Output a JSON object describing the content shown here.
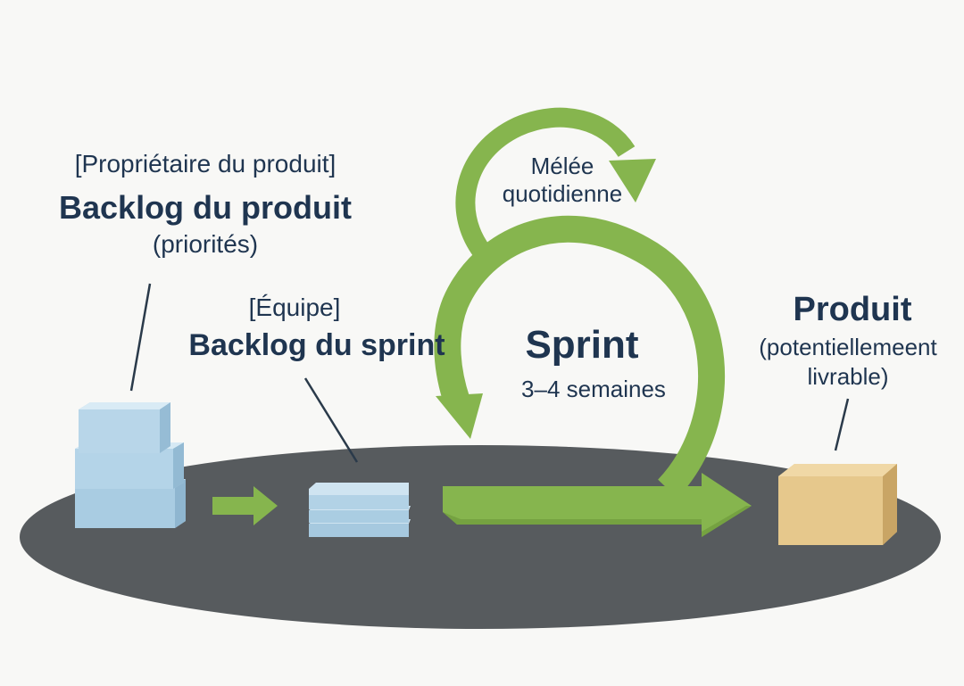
{
  "product_backlog": {
    "role": "[Propriétaire du produit]",
    "title": "Backlog du produit",
    "subtitle": "(priorités)"
  },
  "sprint_backlog": {
    "role": "[Équipe]",
    "title": "Backlog du sprint"
  },
  "daily_scrum": {
    "line1": "Mélée",
    "line2": "quotidienne"
  },
  "sprint": {
    "title": "Sprint",
    "duration": "3–4 semaines"
  },
  "product": {
    "title": "Produit",
    "subtitle_line1": "(potentiellemeent",
    "subtitle_line2": "livrable)"
  },
  "colors": {
    "text": "#1f3550",
    "platform": "#575b5e",
    "arrow_green": "#86b54e",
    "arrow_green_dark": "#6e9a3c",
    "backlog_blue": "#b8d6e8",
    "backlog_blue_dark": "#92bbd6",
    "product_box": "#e7c98e",
    "product_box_dark": "#caa767"
  }
}
